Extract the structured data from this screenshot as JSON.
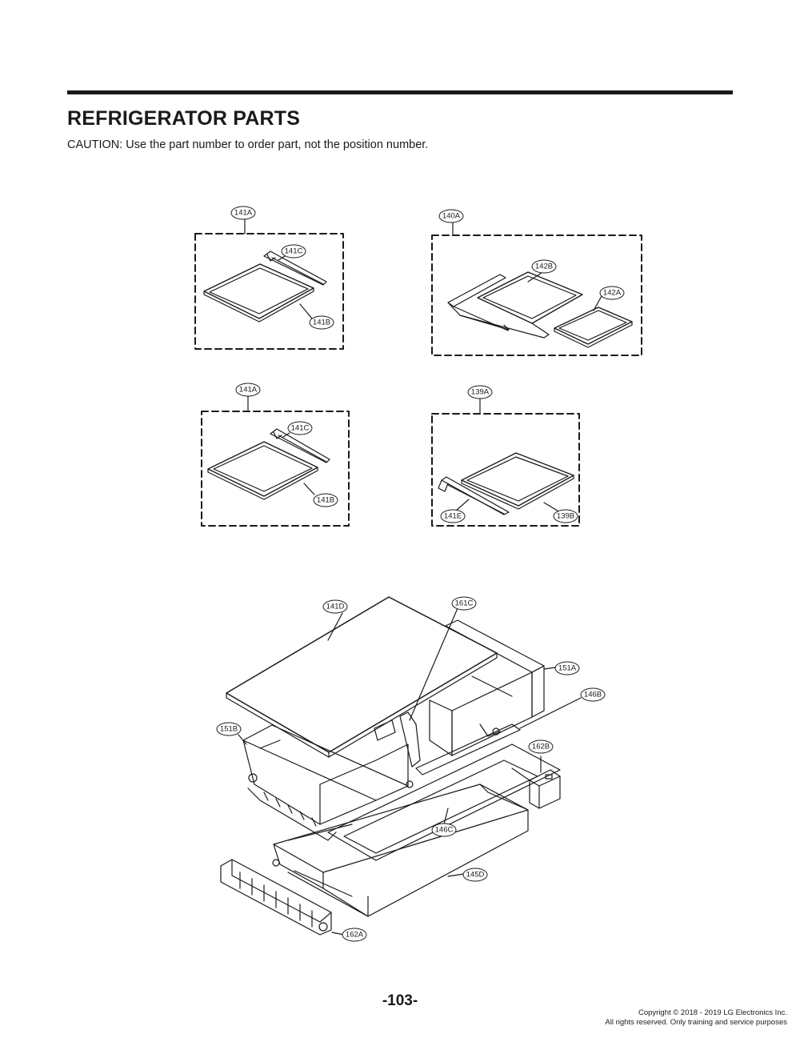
{
  "header": {
    "title": "REFRIGERATOR PARTS",
    "caution": "CAUTION: Use the part number to order part, not the position number."
  },
  "callouts": {
    "c141A_a": "141A",
    "c141C_a": "141C",
    "c141B_a": "141B",
    "c140A": "140A",
    "c142B": "142B",
    "c142A": "142A",
    "c141A_b": "141A",
    "c141C_b": "141C",
    "c141B_b": "141B",
    "c139A": "139A",
    "c141E": "141E",
    "c139B": "139B",
    "c141D": "141D",
    "c161C": "161C",
    "c151A": "151A",
    "c146B": "146B",
    "c151B": "151B",
    "c162B": "162B",
    "c146C": "146C",
    "c145D": "145D",
    "c162A": "162A"
  },
  "footer": {
    "page_number": "-103-",
    "copyright_line1": "Copyright © 2018 - 2019 LG Electronics Inc.",
    "copyright_line2": "All rights reserved. Only training and service purposes"
  }
}
